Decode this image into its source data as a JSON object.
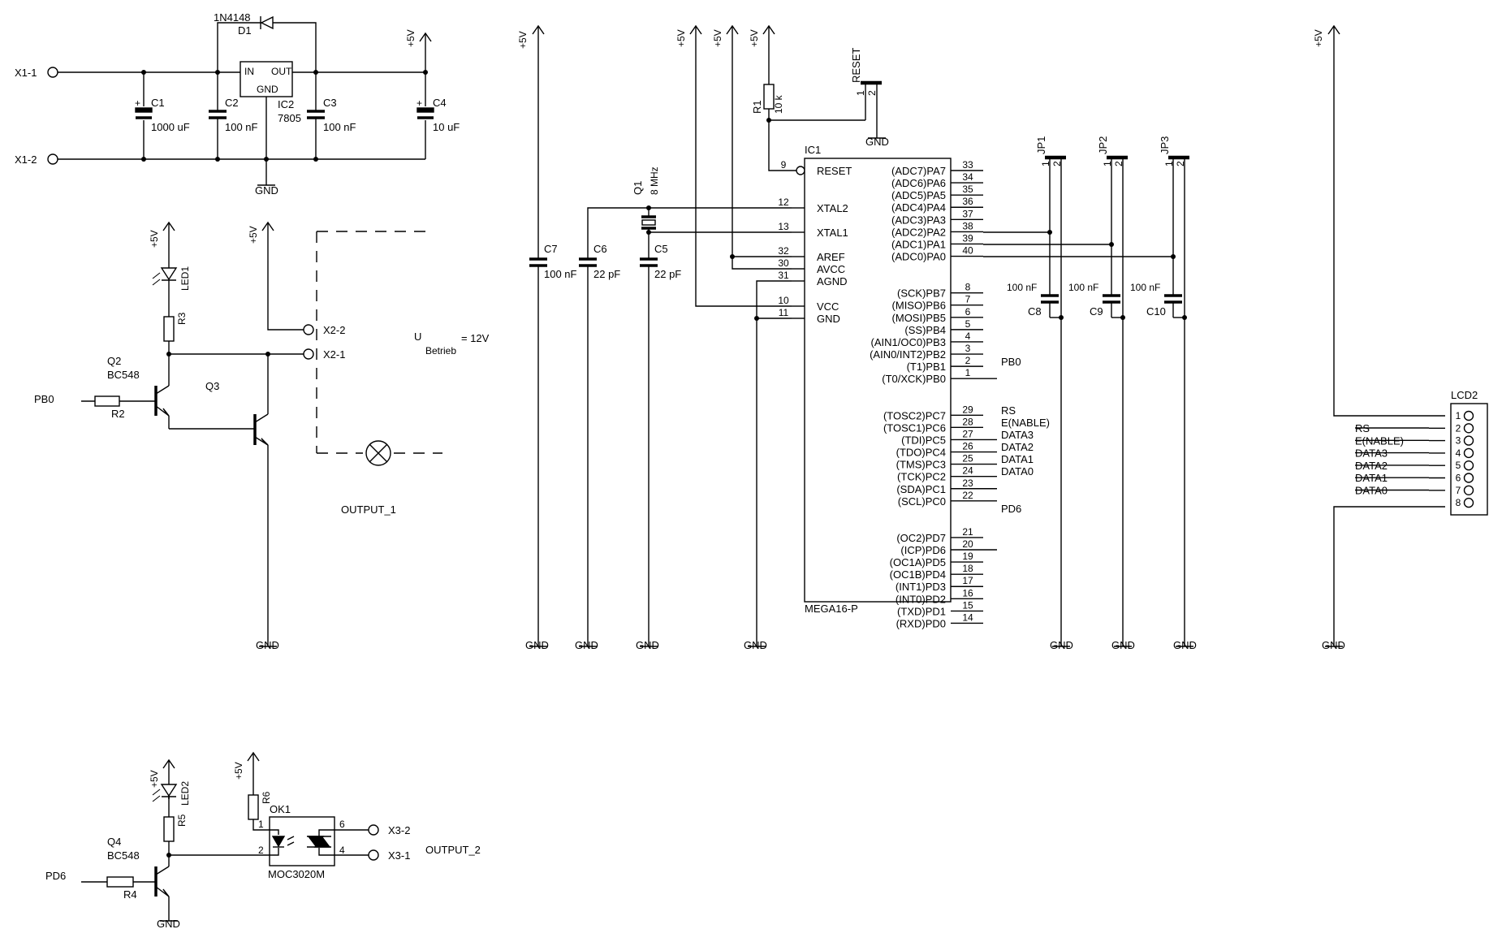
{
  "power": {
    "vcc": "+5V",
    "gnd": "GND"
  },
  "supply": {
    "x1_1": "X1-1",
    "x1_2": "X1-2",
    "c1_ref": "C1",
    "c1_val": "1000 uF",
    "c2_ref": "C2",
    "c2_val": "100 nF",
    "c3_ref": "C3",
    "c3_val": "100 nF",
    "c4_ref": "C4",
    "c4_val": "10 uF",
    "d1_ref": "D1",
    "d1_val": "1N4148",
    "ic2_ref": "IC2",
    "ic2_val": "7805",
    "ic2_in": "IN",
    "ic2_out": "OUT",
    "ic2_gnd": "GND"
  },
  "output1": {
    "led1": "LED1",
    "r3": "R3",
    "r2": "R2",
    "q2_ref": "Q2",
    "q2_val": "BC548",
    "q3_ref": "Q3",
    "pb0": "PB0",
    "x2_2": "X2-2",
    "x2_1": "X2-1",
    "u_label": "U",
    "u_sub": "Betrieb",
    "u_val": "= 12V",
    "name": "OUTPUT_1"
  },
  "output2": {
    "led2": "LED2",
    "r5": "R5",
    "r4": "R4",
    "r6": "R6",
    "q4_ref": "Q4",
    "q4_val": "BC548",
    "pd6": "PD6",
    "ok1_ref": "OK1",
    "ok1_val": "MOC3020M",
    "pin1": "1",
    "pin2": "2",
    "pin6": "6",
    "pin4": "4",
    "x3_2": "X3-2",
    "x3_1": "X3-1",
    "name": "OUTPUT_2"
  },
  "clock": {
    "q1_ref": "Q1",
    "q1_val": "8 MHz",
    "c5_ref": "C5",
    "c5_val": "22 pF",
    "c6_ref": "C6",
    "c6_val": "22 pF",
    "c7_ref": "C7",
    "c7_val": "100 nF"
  },
  "reset": {
    "r1_ref": "R1",
    "r1_val": "10 k",
    "jumper": "RESET",
    "p1": "1",
    "p2": "2"
  },
  "mcu": {
    "ref": "IC1",
    "name": "MEGA16-P",
    "left_pins": [
      {
        "label": "RESET",
        "num": "9"
      },
      {
        "label": "XTAL2",
        "num": "12"
      },
      {
        "label": "XTAL1",
        "num": "13"
      },
      {
        "label": "AREF",
        "num": "32"
      },
      {
        "label": "AVCC",
        "num": "30"
      },
      {
        "label": "AGND",
        "num": "31"
      },
      {
        "label": "VCC",
        "num": "10"
      },
      {
        "label": "GND",
        "num": "11"
      }
    ],
    "right_pins": [
      {
        "label": "(ADC7)PA7",
        "num": "33"
      },
      {
        "label": "(ADC6)PA6",
        "num": "34"
      },
      {
        "label": "(ADC5)PA5",
        "num": "35"
      },
      {
        "label": "(ADC4)PA4",
        "num": "36"
      },
      {
        "label": "(ADC3)PA3",
        "num": "37"
      },
      {
        "label": "(ADC2)PA2",
        "num": "38"
      },
      {
        "label": "(ADC1)PA1",
        "num": "39"
      },
      {
        "label": "(ADC0)PA0",
        "num": "40"
      },
      {
        "label": "(SCK)PB7",
        "num": "8"
      },
      {
        "label": "(MISO)PB6",
        "num": "7"
      },
      {
        "label": "(MOSI)PB5",
        "num": "6"
      },
      {
        "label": "(SS)PB4",
        "num": "5"
      },
      {
        "label": "(AIN1/OC0)PB3",
        "num": "4"
      },
      {
        "label": "(AIN0/INT2)PB2",
        "num": "3"
      },
      {
        "label": "(T1)PB1",
        "num": "2"
      },
      {
        "label": "(T0/XCK)PB0",
        "num": "1"
      },
      {
        "label": "(TOSC2)PC7",
        "num": "29"
      },
      {
        "label": "(TOSC1)PC6",
        "num": "28"
      },
      {
        "label": "(TDI)PC5",
        "num": "27"
      },
      {
        "label": "(TDO)PC4",
        "num": "26"
      },
      {
        "label": "(TMS)PC3",
        "num": "25"
      },
      {
        "label": "(TCK)PC2",
        "num": "24"
      },
      {
        "label": "(SDA)PC1",
        "num": "23"
      },
      {
        "label": "(SCL)PC0",
        "num": "22"
      },
      {
        "label": "(OC2)PD7",
        "num": "21"
      },
      {
        "label": "(ICP)PD6",
        "num": "20"
      },
      {
        "label": "(OC1A)PD5",
        "num": "19"
      },
      {
        "label": "(OC1B)PD4",
        "num": "18"
      },
      {
        "label": "(INT1)PD3",
        "num": "17"
      },
      {
        "label": "(INT0)PD2",
        "num": "16"
      },
      {
        "label": "(TXD)PD1",
        "num": "15"
      },
      {
        "label": "(RXD)PD0",
        "num": "14"
      }
    ],
    "nets": {
      "pb0": "PB0",
      "rs": "RS",
      "e": "E(NABLE)",
      "d3": "DATA3",
      "d2": "DATA2",
      "d1": "DATA1",
      "d0": "DATA0",
      "pd6": "PD6"
    }
  },
  "jumpers": {
    "jp1": "JP1",
    "jp2": "JP2",
    "jp3": "JP3",
    "p1": "1",
    "p2": "2",
    "c8_ref": "C8",
    "c9_ref": "C9",
    "c10_ref": "C10",
    "cap_val": "100 nF"
  },
  "lcd": {
    "ref": "LCD2",
    "pins": [
      "1",
      "2",
      "3",
      "4",
      "5",
      "6",
      "7",
      "8"
    ],
    "labels": [
      "RS",
      "E(NABLE)",
      "DATA3",
      "DATA2",
      "DATA1",
      "DATA0"
    ]
  }
}
